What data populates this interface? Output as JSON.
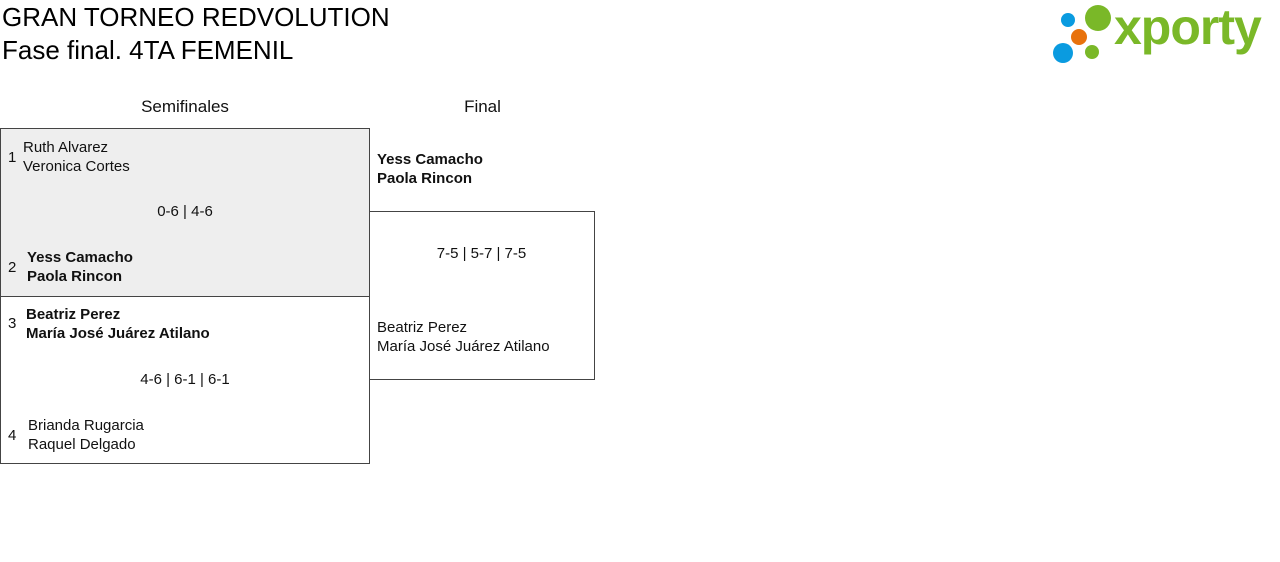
{
  "header": {
    "title": "GRAN TORNEO REDVOLUTION",
    "subtitle": "Fase final. 4TA FEMENIL",
    "logo_text": "xporty"
  },
  "colors": {
    "brand_green": "#7ab828",
    "blue": "#0a9be0",
    "orange": "#e8720c",
    "match_bg": "#eeeeee"
  },
  "rounds": [
    {
      "label": "Semifinales",
      "matches": [
        {
          "top": {
            "seed": "1",
            "players": [
              "Ruth Alvarez",
              "Veronica Cortes"
            ],
            "winner": false
          },
          "score": "0-6 | 4-6",
          "bottom": {
            "seed": "2",
            "players": [
              "Yess Camacho",
              "Paola Rincon"
            ],
            "winner": true
          }
        },
        {
          "top": {
            "seed": "3",
            "players": [
              "Beatriz Perez",
              "María José Juárez Atilano"
            ],
            "winner": true
          },
          "score": "4-6 | 6-1 | 6-1",
          "bottom": {
            "seed": "4",
            "players": [
              "Brianda Rugarcia",
              "Raquel Delgado"
            ],
            "winner": false
          }
        }
      ]
    },
    {
      "label": "Final",
      "matches": [
        {
          "top": {
            "players": [
              "Yess Camacho",
              "Paola Rincon"
            ],
            "winner": true
          },
          "score": "7-5 | 5-7 | 7-5",
          "bottom": {
            "players": [
              "Beatriz Perez",
              "María José Juárez Atilano"
            ],
            "winner": false
          }
        }
      ]
    }
  ]
}
